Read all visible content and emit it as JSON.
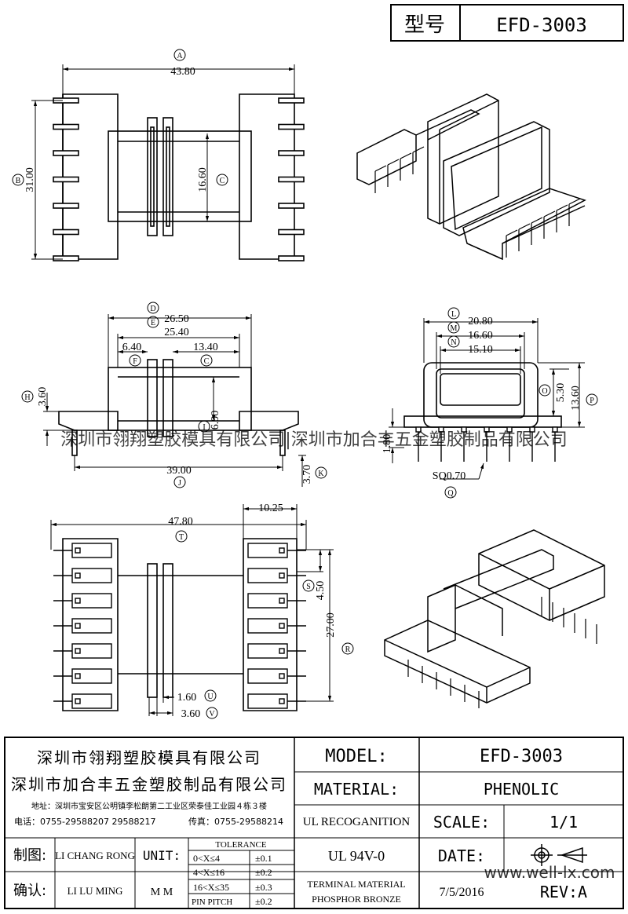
{
  "header": {
    "type_label": "型号",
    "model_code": "EFD-3003"
  },
  "dims": {
    "A": {
      "letter": "A",
      "value": "43.80"
    },
    "B": {
      "letter": "B",
      "value": "31.00"
    },
    "C": {
      "letter": "C",
      "value": "16.60"
    },
    "D": {
      "letter": "D",
      "value": "26.50"
    },
    "E": {
      "letter": "E",
      "value": "25.40"
    },
    "F": {
      "letter": "F",
      "value": "6.40"
    },
    "C2": {
      "letter": "C",
      "value": "13.40"
    },
    "H": {
      "letter": "H",
      "value": "3.60"
    },
    "I": {
      "letter": "I",
      "value": "6.90"
    },
    "J": {
      "letter": "J",
      "value": "39.00"
    },
    "K": {
      "letter": "K",
      "value": "3.70"
    },
    "L": {
      "letter": "L",
      "value": "20.80"
    },
    "M": {
      "letter": "M",
      "value": "16.60"
    },
    "N": {
      "letter": "N",
      "value": "15.10"
    },
    "O": {
      "letter": "O",
      "value": "5.30"
    },
    "P": {
      "letter": "P",
      "value": "13.60"
    },
    "side_pin": {
      "value": "1.80"
    },
    "Q": {
      "letter": "Q",
      "value": "SQ0.70"
    },
    "T": {
      "letter": "T",
      "value": "47.80"
    },
    "top_right": {
      "value": "10.25"
    },
    "S": {
      "letter": "S",
      "value": "4.50"
    },
    "R": {
      "letter": "R",
      "value": "27.00"
    },
    "U": {
      "letter": "U",
      "value": "1.60"
    },
    "V": {
      "letter": "V",
      "value": "3.60"
    }
  },
  "watermark": {
    "text": "深圳市翎翔塑胶模具有限公司|深圳市加合丰五金塑胶制品有限公司",
    "url": "www.well-lx.com"
  },
  "title_block": {
    "company1": "深圳市翎翔塑胶模具有限公司",
    "company2": "深圳市加合丰五金塑胶制品有限公司",
    "address": "地址：深圳市宝安区公明镇李松朗第二工业区荣泰佳工业园４栋３楼",
    "phone": "电话：0755-29588207 29588217",
    "fax": "传真：0755-29588214",
    "model_label": "MODEL:",
    "model_value": "EFD-3003",
    "material_label": "MATERIAL:",
    "material_value": "PHENOLIC",
    "ul_label": "UL RECOGANITION",
    "scale_label": "SCALE:",
    "scale_value": "1/1",
    "ul_value": "UL 94V-0",
    "date_label": "DATE:",
    "terminal_label": "TERMINAL MATERIAL",
    "terminal_value": "PHOSPHOR  BRONZE",
    "date_value": "7/5/2016",
    "rev_label": "REV:A",
    "drawn_label": "制图:",
    "drawn_value": "LI CHANG RONG",
    "check_label": "确认:",
    "check_value": "LI LU MING",
    "unit_label": "UNIT:",
    "unit_value": "M M",
    "tolerance_title": "TOLERANCE",
    "tol": [
      {
        "range": "0<X≤4",
        "val": "±0.1"
      },
      {
        "range": "4<X≤16",
        "val": "±0.2"
      },
      {
        "range": "16<X≤35",
        "val": "±0.3"
      },
      {
        "range": "PIN PITCH",
        "val": "±0.2"
      }
    ]
  }
}
